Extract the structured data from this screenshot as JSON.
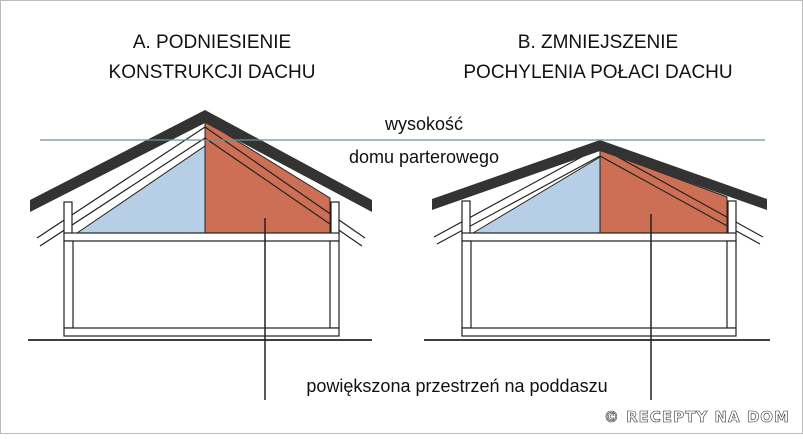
{
  "panel_a": {
    "title_line1": "A. PODNIESIENIE",
    "title_line2": "KONSTRUKCJI DACHU"
  },
  "panel_b": {
    "title_line1": "B. ZMNIEJSZENIE",
    "title_line2": "POCHYLENIA POŁACI DACHU"
  },
  "height_label": {
    "line1": "wysokość",
    "line2": "domu parterowego"
  },
  "bottom_label": "powiększona przestrzeń na poddaszu",
  "watermark": "© RECEPTY NA DOM",
  "colors": {
    "roof": "#333333",
    "original_attic": "#b7cfe6",
    "added_attic": "#cd6f55",
    "height_line": "#6f8f96",
    "outline": "#222222"
  }
}
